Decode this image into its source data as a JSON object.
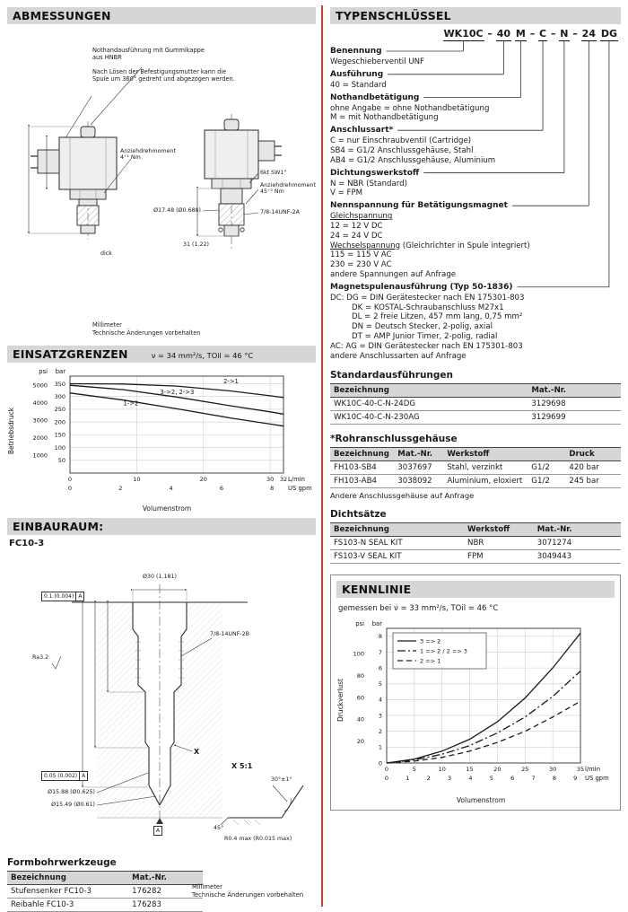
{
  "footer": {
    "line1": "Millimeter",
    "line2": "Technische Änderungen vorbehalten"
  },
  "left": {
    "abmessungen": {
      "title": "ABMESSUNGEN",
      "note_manual_override": "Nothandausführung mit Gummikappe aus HNBR",
      "note_coil": "Nach Lösen der Befestigungsmutter kann die Spule um 360° gedreht und abgezogen werden.",
      "torque_coil_line1": "Anziehdrehmoment",
      "torque_coil_line2": "4⁺¹ Nm",
      "hex_label": "6kt SW1\"",
      "torque_cartridge_line1": "Anziehdrehmoment",
      "torque_cartridge_line2": "45⁺⁵ Nm",
      "thread_label": "7/8-14UNF-2A",
      "dia_label": "Ø17.48 (Ø0.688)",
      "height_label": "31 (1.22)",
      "dick_label": "dick"
    },
    "einbauraum": {
      "title": "EINBAURAUM:",
      "subtitle": "FC10-3",
      "labels": {
        "dia_top": "Ø30 (1.181)",
        "thread": "7/8-14UNF-2B",
        "tol1": "0.1 (0.004)",
        "tol2": "0.05 (0.002)",
        "datum": "A",
        "ra": "Ra3.2",
        "dia_bore1": "Ø15.88 (Ø0.625)",
        "dia_bore2": "Ø15.49 (Ø0.61)",
        "detail_ref": "X",
        "detail_scale": "X 5:1",
        "angle1": "30°±1°",
        "angle2": "45°",
        "radius": "R0.4 max (R0.015 max)"
      }
    },
    "formbohrwerkzeuge": {
      "title": "Formbohrwerkzeuge",
      "headers": [
        "Bezeichnung",
        "Mat.-Nr."
      ],
      "rows": [
        [
          "Stufensenker FC10-3",
          "176282"
        ],
        [
          "Reibahle FC10-3",
          "176283"
        ]
      ]
    }
  },
  "right": {
    "typenschluessel": {
      "title": "TYPENSCHLÜSSEL",
      "code_segments": [
        "WK10C",
        "40",
        "M",
        "C",
        "N",
        "24",
        "DG"
      ],
      "code_separators": [
        " – ",
        " ",
        " – ",
        " – ",
        " – ",
        " "
      ],
      "blocks": [
        {
          "heading": "Benennung",
          "lines": [
            {
              "text": "Wegeschieberventil UNF"
            }
          ]
        },
        {
          "heading": "Ausführung",
          "lines": [
            {
              "text": "40 = Standard"
            }
          ]
        },
        {
          "heading": "Nothandbetätigung",
          "lines": [
            {
              "text": "ohne Angabe = ohne Nothandbetätigung"
            },
            {
              "text": "M = mit Nothandbetätigung"
            }
          ]
        },
        {
          "heading": "Anschlussart*",
          "lines": [
            {
              "text": "C = nur Einschraubventil (Cartridge)"
            },
            {
              "text": "SB4 = G1/2 Anschlussgehäuse, Stahl"
            },
            {
              "text": "AB4 = G1/2 Anschlussgehäuse, Aluminium"
            }
          ]
        },
        {
          "heading": "Dichtungswerkstoff",
          "lines": [
            {
              "text": "N = NBR (Standard)"
            },
            {
              "text": "V = FPM"
            }
          ]
        },
        {
          "heading": "Nennspannung für Betätigungsmagnet",
          "lines": [
            {
              "u": "Gleichspannung",
              "rest": ""
            },
            {
              "text": "12 = 12 V DC"
            },
            {
              "text": "24 = 24 V DC"
            },
            {
              "u": "Wechselspannung",
              "rest": " (Gleichrichter in Spule integriert)"
            },
            {
              "text": "115 = 115 V AC"
            },
            {
              "text": "230 = 230 V AC"
            },
            {
              "text": "andere Spannungen auf Anfrage"
            }
          ]
        },
        {
          "heading": "Magnetspulenausführung (Typ 50-1836)",
          "lines": [
            {
              "text": "DC: DG = DIN Gerätestecker nach EN 175301-803"
            },
            {
              "text": "DK = KOSTAL-Schraubanschluss M27x1",
              "indent": true
            },
            {
              "text": "DL = 2 freie Litzen, 457 mm lang, 0,75 mm²",
              "indent": true
            },
            {
              "text": "DN = Deutsch Stecker, 2-polig, axial",
              "indent": true
            },
            {
              "text": "DT = AMP Junior Timer, 2-polig, radial",
              "indent": true
            },
            {
              "text": "AC: AG = DIN Gerätestecker nach EN 175301-803"
            },
            {
              "text": "andere Anschlussarten auf Anfrage"
            }
          ]
        }
      ]
    },
    "standardausfuehrungen": {
      "title": "Standardausführungen",
      "headers": [
        "Bezeichnung",
        "Mat.-Nr."
      ],
      "rows": [
        [
          "WK10C-40-C-N-24DG",
          "3129698"
        ],
        [
          "WK10C-40-C-N-230AG",
          "3129699"
        ]
      ]
    },
    "rohranschluss": {
      "title": "*Rohranschlussgehäuse",
      "headers": [
        "Bezeichnung",
        "Mat.-Nr.",
        "Werkstoff",
        "",
        "Druck"
      ],
      "rows": [
        [
          "FH103-SB4",
          "3037697",
          "Stahl, verzinkt",
          "G1/2",
          "420 bar"
        ],
        [
          "FH103-AB4",
          "3038092",
          "Aluminium, eloxiert",
          "G1/2",
          "245 bar"
        ]
      ],
      "note": "Andere Anschlussgehäuse auf Anfrage"
    },
    "dichtsaetze": {
      "title": "Dichtsätze",
      "headers": [
        "Bezeichnung",
        "Werkstoff",
        "Mat.-Nr."
      ],
      "rows": [
        [
          "FS103-N SEAL KIT",
          "NBR",
          "3071274"
        ],
        [
          "FS103-V SEAL KIT",
          "FPM",
          "3049443"
        ]
      ]
    }
  },
  "chart_data": [
    {
      "id": "einsatzgrenzen",
      "type": "line",
      "title": "EINSATZGRENZEN",
      "condition": "ν = 34 mm²/s, TOil = 46 °C",
      "xlabel": "Volumenstrom",
      "ylabel": "Betriebsdruck",
      "x_unit_primary": "L/min",
      "x_unit_secondary": "US gpm",
      "y_unit_primary": "bar",
      "y_unit_secondary": "psi",
      "xlim": [
        0,
        32
      ],
      "ylim_bar": [
        0,
        380
      ],
      "x_ticks_lmin": [
        0,
        10,
        20,
        30,
        32
      ],
      "x_ticks_usgpm": [
        0,
        2,
        4,
        6,
        8
      ],
      "y_ticks_bar": [
        50,
        100,
        150,
        200,
        250,
        300,
        350
      ],
      "y_ticks_psi": [
        1000,
        2000,
        3000,
        4000,
        5000
      ],
      "grid": true,
      "legend_position": "none",
      "series": [
        {
          "name": "2->1",
          "style": "solid",
          "points": [
            [
              0,
              350
            ],
            [
              8,
              349
            ],
            [
              16,
              341
            ],
            [
              24,
              322
            ],
            [
              30,
              303
            ],
            [
              32,
              296
            ]
          ]
        },
        {
          "name": "3->2, 2->3",
          "style": "solid",
          "points": [
            [
              0,
              344
            ],
            [
              8,
              327
            ],
            [
              16,
              298
            ],
            [
              24,
              264
            ],
            [
              30,
              240
            ],
            [
              32,
              231
            ]
          ]
        },
        {
          "name": "1->2",
          "style": "solid",
          "points": [
            [
              0,
              314
            ],
            [
              8,
              286
            ],
            [
              16,
              252
            ],
            [
              24,
              216
            ],
            [
              30,
              192
            ],
            [
              32,
              184
            ]
          ]
        }
      ],
      "annotations": [
        {
          "text": "2->1",
          "x": 23,
          "y": 352
        },
        {
          "text": "3->2, 2->3",
          "x": 13.5,
          "y": 310
        },
        {
          "text": "1->2",
          "x": 8,
          "y": 265
        }
      ]
    },
    {
      "id": "kennlinie",
      "type": "line",
      "title": "KENNLINIE",
      "condition": "gemessen bei ν = 33 mm²/s, TOil = 46 °C",
      "xlabel": "Volumenstrom",
      "ylabel": "Druckverlust",
      "x_unit_primary": "l/min",
      "x_unit_secondary": "US gpm",
      "y_unit_primary": "bar",
      "y_unit_secondary": "psi",
      "xlim": [
        0,
        35
      ],
      "ylim_bar": [
        0,
        8.5
      ],
      "x_ticks_lmin": [
        0,
        5,
        10,
        15,
        20,
        25,
        30,
        35
      ],
      "x_ticks_usgpm": [
        0,
        1,
        2,
        3,
        4,
        5,
        6,
        7,
        8,
        9
      ],
      "y_ticks_bar": [
        0,
        1,
        2,
        3,
        4,
        5,
        6,
        7,
        8
      ],
      "y_ticks_psi": [
        20,
        40,
        60,
        80,
        100
      ],
      "grid": true,
      "legend_position": "top-left",
      "series": [
        {
          "name": "3 => 2",
          "style": "solid",
          "points": [
            [
              0,
              0
            ],
            [
              5,
              0.25
            ],
            [
              10,
              0.75
            ],
            [
              15,
              1.5
            ],
            [
              20,
              2.6
            ],
            [
              25,
              4.1
            ],
            [
              30,
              6.0
            ],
            [
              35,
              8.2
            ]
          ]
        },
        {
          "name": "1 => 2 / 2 => 3",
          "style": "dashdot",
          "points": [
            [
              0,
              0
            ],
            [
              5,
              0.2
            ],
            [
              10,
              0.55
            ],
            [
              15,
              1.1
            ],
            [
              20,
              1.9
            ],
            [
              25,
              2.9
            ],
            [
              30,
              4.2
            ],
            [
              35,
              5.8
            ]
          ]
        },
        {
          "name": "2 => 1",
          "style": "dashed",
          "points": [
            [
              0,
              0
            ],
            [
              5,
              0.12
            ],
            [
              10,
              0.35
            ],
            [
              15,
              0.75
            ],
            [
              20,
              1.3
            ],
            [
              25,
              2.0
            ],
            [
              30,
              2.9
            ],
            [
              35,
              3.9
            ]
          ]
        }
      ],
      "legend": [
        {
          "label": "3 => 2",
          "style": "solid"
        },
        {
          "label": "1 => 2 / 2 => 3",
          "style": "dashdot"
        },
        {
          "label": "2 => 1",
          "style": "dashed"
        }
      ]
    }
  ]
}
